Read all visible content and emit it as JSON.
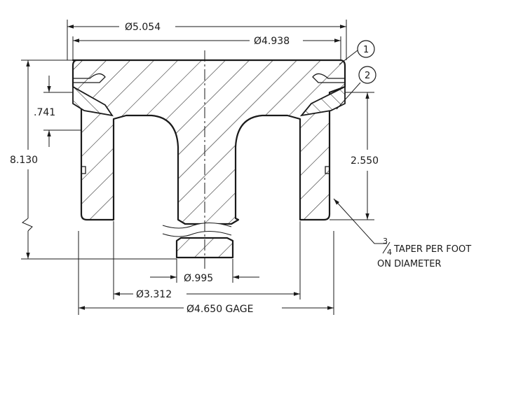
{
  "dimensions": {
    "outer_diameter": "Ø5.054",
    "top_diameter": "Ø4.938",
    "overall_height": "8.130",
    "groove_height": ".741",
    "taper_length": "2.550",
    "bore_diameter": "Ø.995",
    "counterbore_diameter": "Ø3.312",
    "gage_diameter": "Ø4.650 GAGE"
  },
  "taper_note": {
    "fraction_numerator": "3",
    "fraction_denominator": "4",
    "line1": "TAPER PER FOOT",
    "line2": "ON DIAMETER"
  },
  "balloons": [
    "1",
    "2"
  ],
  "colors": {
    "ink": "#1a1a1a",
    "background": "#ffffff"
  }
}
